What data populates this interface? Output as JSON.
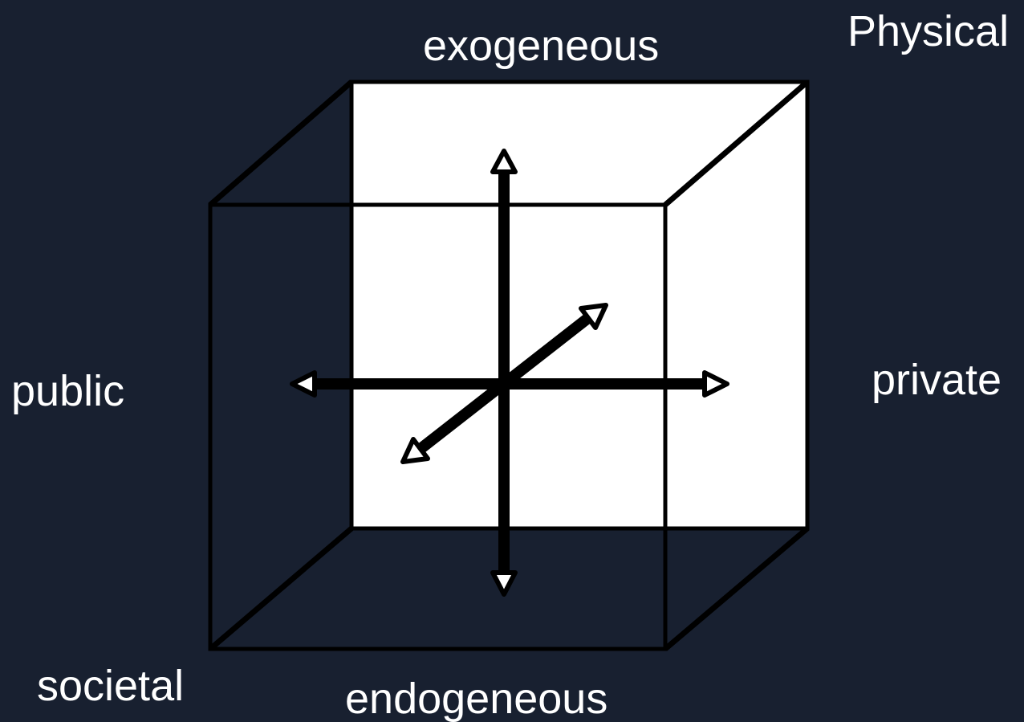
{
  "labels": {
    "top": "exogeneous",
    "top_right": "Physical",
    "left": "public",
    "right": "private",
    "bottom_left": "societal",
    "bottom": "endogeneous"
  },
  "colors": {
    "background": "#182030",
    "face": "#ffffff",
    "line": "#000000",
    "text": "#ffffff"
  }
}
